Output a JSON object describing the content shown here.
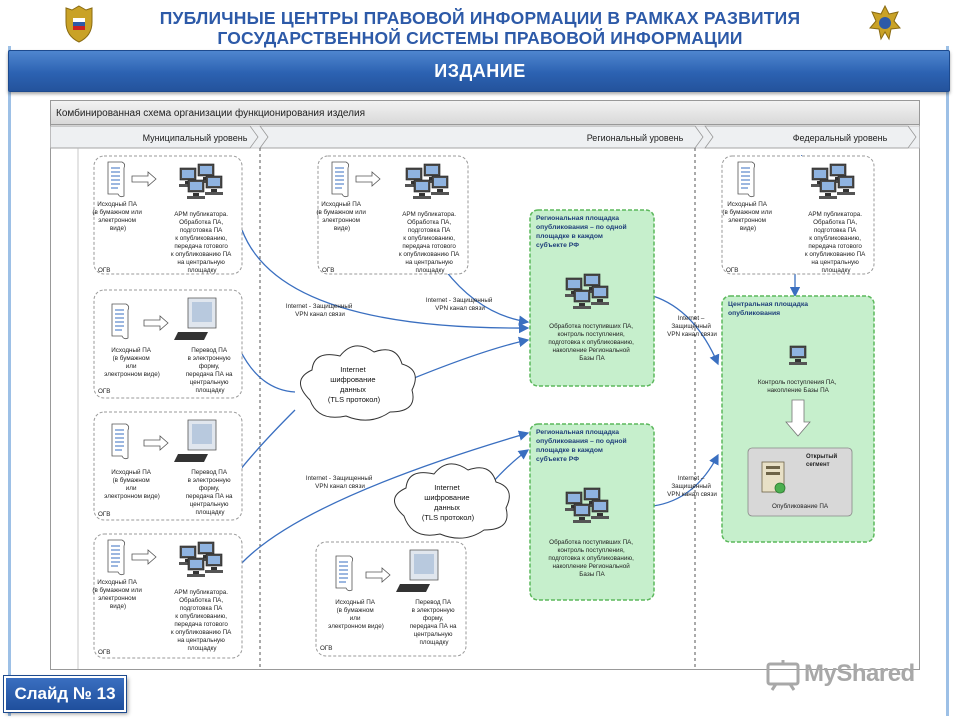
{
  "header": {
    "title_line1": "ПУБЛИЧНЫЕ ЦЕНТРЫ ПРАВОВОЙ ИНФОРМАЦИИ В РАМКАХ РАЗВИТИЯ",
    "title_line2": "ГОСУДАРСТВЕННОЙ СИСТЕМЫ ПРАВОВОЙ ИНФОРМАЦИИ"
  },
  "banner": {
    "label": "ИЗДАНИЕ"
  },
  "diagram": {
    "title": "Комбинированная схема организации функционирования изделия",
    "levels": {
      "municipal": "Муниципальный уровень",
      "regional": "Региональный уровень",
      "federal": "Федеральный уровень"
    },
    "ogv_label": "ОГВ",
    "source_doc": [
      "Исходный ПА",
      "(в бумажном или",
      "электронном",
      "виде)"
    ],
    "source_doc_alt": [
      "Исходный ПА",
      "(в бумажном",
      "или",
      "электронном виде)"
    ],
    "arm_text": [
      "АРМ публикатора.",
      "Обработка ПА,",
      "подготовка ПА",
      "к опубликованию,",
      "передача готового",
      "к опубликованию ПА",
      "на центральную",
      "площадку"
    ],
    "transfer_text": [
      "Перевод ПА",
      "в электронную",
      "форму,",
      "передача ПА на",
      "центральную",
      "площадку"
    ],
    "vpn_internet": [
      "Internet - Защищенный",
      "VPN канал связи"
    ],
    "vpn_stacked": [
      "Internet –",
      "Защищенный",
      "VPN канал связи"
    ],
    "cloud_text": [
      "Internet",
      "шифрование",
      "данных",
      "(TLS протокол)"
    ],
    "regional_title": [
      "Региональная площадка",
      "опубликования – по одной",
      "площадке в каждом",
      "субъекте РФ"
    ],
    "regional_proc_top": [
      "Обработка поступивших ПА,",
      "контроль поступления,",
      "подготовка к опубликованию,",
      "накопление Региональной",
      "Базы ПА"
    ],
    "regional_proc_bottom": [
      "Обработка поступивших ПА,",
      "контроль поступления,",
      "подготовка к опубликованию,",
      "накопление Региональной",
      "Базы ПА"
    ],
    "central_title": [
      "Центральная площадка",
      "опубликования"
    ],
    "central_control": [
      "Контроль поступления ПА,",
      "накопление Базы ПА"
    ],
    "open_segment": [
      "Открытый",
      "сегмент"
    ],
    "publish_label": "Опубликование ПА"
  },
  "slide_label": "Слайд № 13",
  "watermark": "MyShared",
  "colors": {
    "header_blue": "#2d5aa8",
    "banner_blue": "#2c62b2",
    "green_fill": "#c6efcc",
    "green_border": "#5cb85c",
    "arrow_blue": "#3a6fc0",
    "grid_gray": "#888888"
  }
}
